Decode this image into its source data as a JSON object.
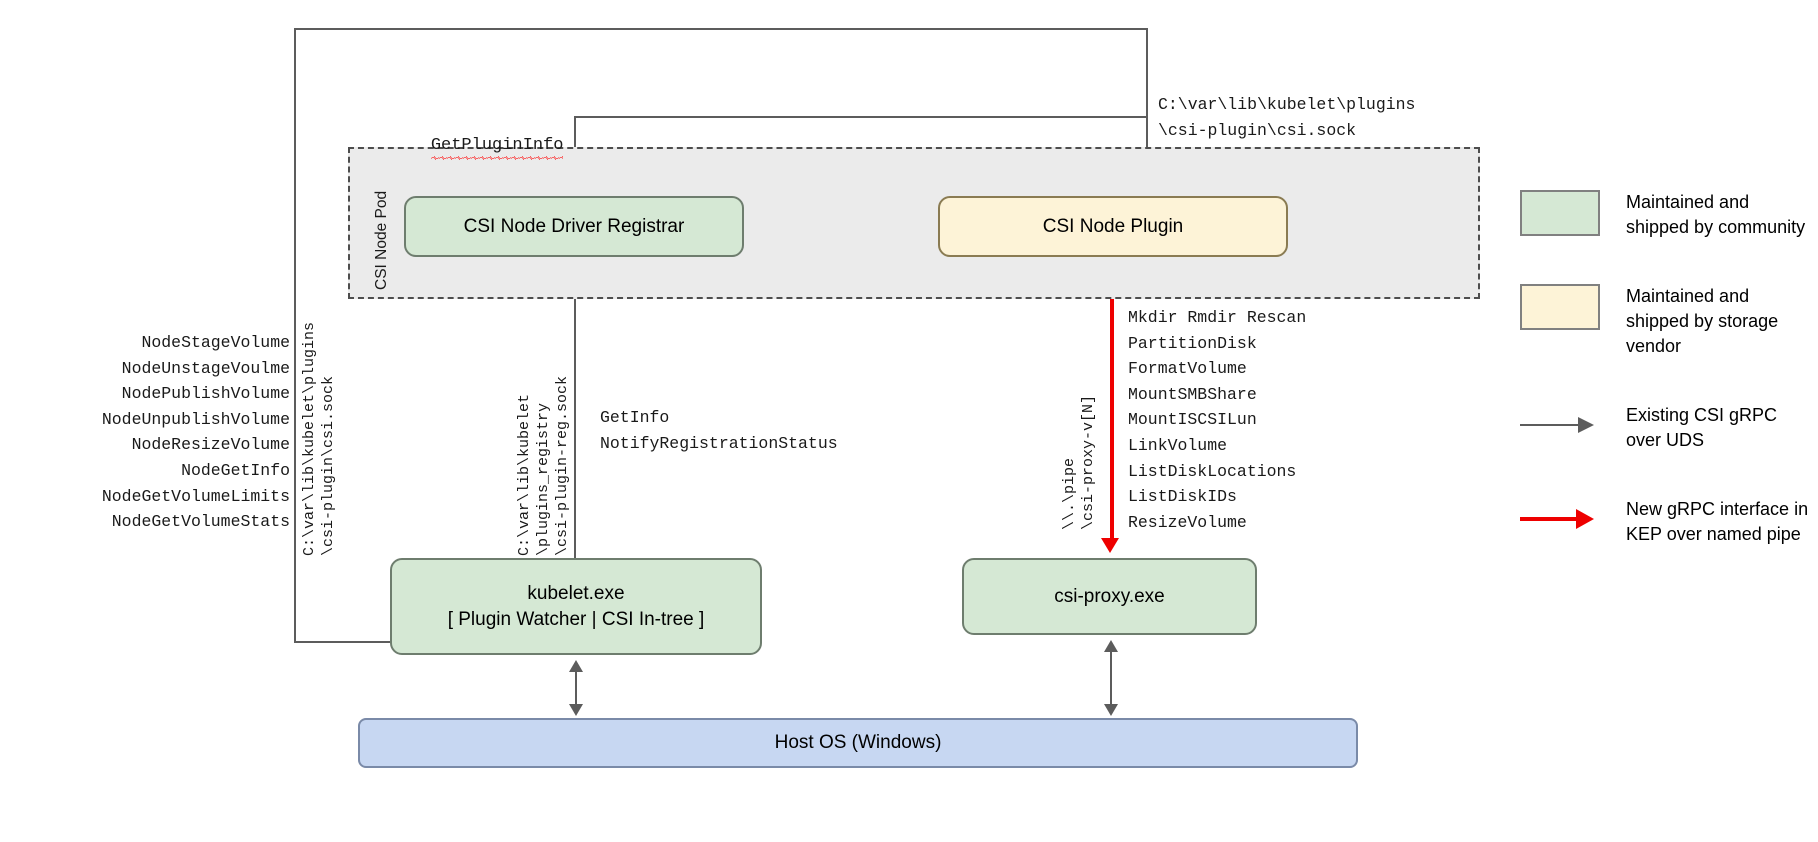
{
  "diagram": {
    "pod_label": "CSI Node Pod",
    "boxes": {
      "registrar": "CSI Node Driver Registrar",
      "node_plugin": "CSI Node Plugin",
      "kubelet_line1": "kubelet.exe",
      "kubelet_line2": "[ Plugin Watcher | CSI In-tree ]",
      "csi_proxy": "csi-proxy.exe",
      "host_os": "Host OS (Windows)"
    },
    "labels": {
      "get_plugin_info": "GetPluginInfo",
      "plugin_socket_path": "C:\\var\\lib\\kubelet\\plugins\n\\csi-plugin\\csi.sock",
      "kubelet_csi_sock_vertical": "C:\\var\\lib\\kubelet\\plugins\n\\csi-plugin\\csi.sock",
      "registry_sock_vertical": "C:\\var\\lib\\kubelet\n\\plugins_registry\n\\csi-plugin-reg.sock",
      "named_pipe_vertical": "\\\\.\\pipe\n\\csi-proxy-v[N]",
      "registration_calls": "GetInfo\nNotifyRegistrationStatus",
      "csi_node_calls": "NodeStageVolume\nNodeUnstageVoulme\nNodePublishVolume\nNodeUnpublishVolume\nNodeResizeVolume\nNodeGetInfo\nNodeGetVolumeLimits\nNodeGetVolumeStats",
      "csi_proxy_calls": "Mkdir Rmdir Rescan\nPartitionDisk\nFormatVolume\nMountSMBShare\nMountISCSILun\nLinkVolume\nListDiskLocations\nListDiskIDs\nResizeVolume"
    },
    "colors": {
      "community_green": "#d5e8d4",
      "vendor_yellow": "#fdf3d7",
      "host_blue": "#c7d7f2",
      "pod_gray": "#ebebeb",
      "existing_arrow": "#5c5c5c",
      "new_arrow": "#ee0000"
    }
  },
  "legend": {
    "items": [
      {
        "kind": "swatch-green",
        "text": "Maintained and shipped by community"
      },
      {
        "kind": "swatch-yellow",
        "text": "Maintained and shipped by storage vendor"
      },
      {
        "kind": "arrow-gray",
        "text": "Existing CSI gRPC over UDS"
      },
      {
        "kind": "arrow-red",
        "text": "New gRPC interface in KEP over named pipe"
      }
    ]
  }
}
